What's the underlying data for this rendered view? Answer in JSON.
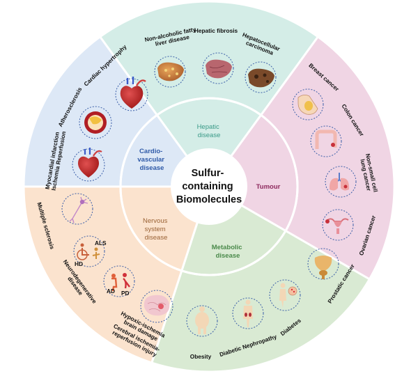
{
  "center": {
    "lines": [
      "Sulfur-",
      "containing",
      "Biomolecules"
    ]
  },
  "categories": {
    "hepatic": {
      "lines": [
        "Hepatic",
        "disease"
      ],
      "color": "#3a9a88"
    },
    "tumour": {
      "lines": [
        "Tumour"
      ],
      "color": "#8e2a5e"
    },
    "metabolic": {
      "lines": [
        "Metabolic",
        "disease"
      ],
      "color": "#4b8a4b"
    },
    "nervous": {
      "lines": [
        "Nervous",
        "system",
        "disease"
      ],
      "color": "#9a6235"
    },
    "cardio": {
      "lines": [
        "Cardio-",
        "vascular",
        "disease"
      ],
      "color": "#2f5aa8"
    }
  },
  "segment_colors": {
    "hepatic": "#d4ede7",
    "tumour": "#f0d5e4",
    "metabolic": "#d9ead3",
    "nervous": "#fbe3ce",
    "cardio": "#dde8f6"
  },
  "diseases": {
    "nafld": [
      "Non-alcoholic fatty",
      "liver disease"
    ],
    "fibrosis": [
      "Hepatic fibrosis"
    ],
    "hcc": [
      "Hepatocellular",
      "carcinoma"
    ],
    "breast": [
      "Breast cancer"
    ],
    "colon": [
      "Colon cancer"
    ],
    "lung": [
      "Non-small cell",
      "lung cancer"
    ],
    "ovarian": [
      "Ovarian cancer"
    ],
    "prostatic": [
      "Prostatic cancer"
    ],
    "diabetes": [
      "Diabetes"
    ],
    "nephropathy": [
      "Diabetic Nephropathy"
    ],
    "obesity": [
      "Obesity"
    ],
    "hypoxic": [
      "Hypoxic-ischemia",
      "brain damage"
    ],
    "cerebral": [
      "Cerebral ischemia-",
      "reperfusion injury"
    ],
    "neurodeg": [
      "Neurodegenerative",
      "disease"
    ],
    "ms": [
      "Multiple sclerosis"
    ],
    "mi": [
      "Myocardial infarction",
      "Ischemia Reperfusion"
    ],
    "athero": [
      "Atherosclerosis"
    ],
    "cardiac": [
      "Cardiac hypertrophy"
    ]
  },
  "icon_tags": {
    "als": "ALS",
    "hd": "HD",
    "ad": "AD",
    "pd": "PD"
  },
  "icons": [
    "fatty-liver-icon",
    "fibrotic-liver-icon",
    "carcinoma-liver-icon",
    "breast-icon",
    "colon-icon",
    "lung-icon",
    "uterus-icon",
    "prostate-icon",
    "diabetes-figure-icon",
    "kidney-figure-icon",
    "obese-figure-icon",
    "brain-icon",
    "elderly-icon",
    "wheelchair-icon",
    "neuron-icon",
    "heart-icon",
    "artery-plaque-icon",
    "hypertrophic-heart-icon"
  ]
}
